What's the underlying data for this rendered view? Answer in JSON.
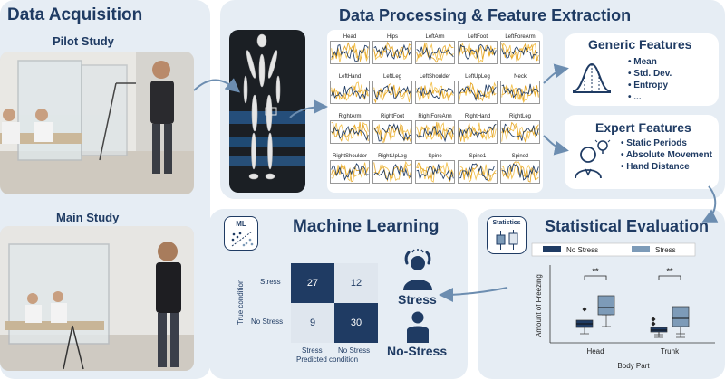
{
  "acquisition": {
    "title": "Data Acquisition",
    "pilot_label": "Pilot Study",
    "main_label": "Main Study"
  },
  "processing": {
    "title": "Data Processing & Feature Extraction",
    "body_parts": [
      "Head",
      "Hips",
      "LeftArm",
      "LeftFoot",
      "LeftForeArm",
      "LeftHand",
      "LeftLeg",
      "LeftShoulder",
      "LeftUpLeg",
      "Neck",
      "RightArm",
      "RightFoot",
      "RightForeArm",
      "RightHand",
      "RightLeg",
      "RightShoulder",
      "RightUpLeg",
      "Spine",
      "Spine1",
      "Spine2"
    ]
  },
  "generic_features": {
    "title": "Generic Features",
    "items": [
      "Mean",
      "Std. Dev.",
      "Entropy",
      "..."
    ]
  },
  "expert_features": {
    "title": "Expert Features",
    "items": [
      "Static Periods",
      "Absolute Movement",
      "Hand Distance"
    ]
  },
  "ml": {
    "title": "Machine Learning",
    "badge": "ML",
    "y_axis": "True condition",
    "x_axis": "Predicted condition",
    "row_labels": [
      "Stress",
      "No Stress"
    ],
    "col_labels": [
      "Stress",
      "No Stress"
    ],
    "matrix": [
      [
        27,
        12
      ],
      [
        9,
        30
      ]
    ],
    "stress_label": "Stress",
    "nostress_label": "No-Stress"
  },
  "stats": {
    "title": "Statistical Evaluation",
    "badge": "Statistics",
    "chart_data": {
      "type": "box",
      "ylabel": "Amount of Freezing",
      "xlabel": "Body Part",
      "categories": [
        "Head",
        "Trunk"
      ],
      "legend": "top",
      "series": [
        {
          "name": "No Stress",
          "color": "#1f3b63"
        },
        {
          "name": "Stress",
          "color": "#7d9bb8"
        }
      ],
      "significance": [
        "**",
        "**"
      ]
    }
  }
}
